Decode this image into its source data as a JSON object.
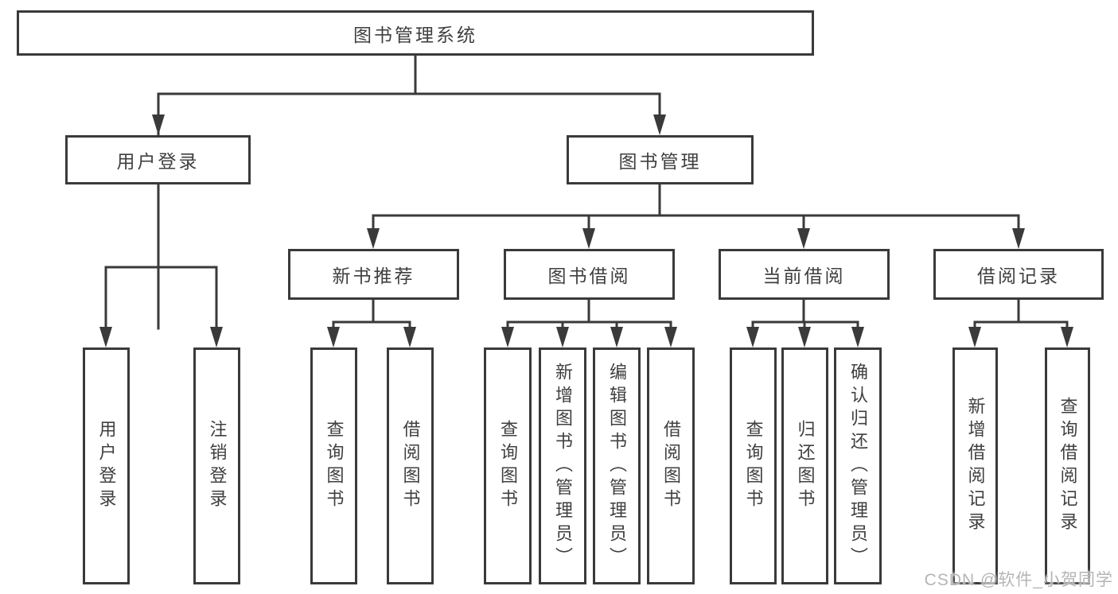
{
  "colors": {
    "line": "#3a3a3a",
    "text": "#3f3f3f",
    "watermark": "#b5b5b5",
    "background": "#ffffff"
  },
  "watermark": {
    "text": "CSDN @软件_小贺同学"
  },
  "tree": {
    "label": "图书管理系统",
    "children": [
      {
        "label": "用户登录",
        "children": [
          {
            "label": "用户登录"
          },
          {
            "label": "注销登录"
          }
        ]
      },
      {
        "label": "图书管理",
        "children": [
          {
            "label": "新书推荐",
            "children": [
              {
                "label": "查询图书"
              },
              {
                "label": "借阅图书"
              }
            ]
          },
          {
            "label": "图书借阅",
            "children": [
              {
                "label": "查询图书"
              },
              {
                "label": "新增图书（管理员）"
              },
              {
                "label": "编辑图书（管理员）"
              },
              {
                "label": "借阅图书"
              }
            ]
          },
          {
            "label": "当前借阅",
            "children": [
              {
                "label": "查询图书"
              },
              {
                "label": "归还图书"
              },
              {
                "label": "确认归还（管理员）"
              }
            ]
          },
          {
            "label": "借阅记录",
            "children": [
              {
                "label": "新增借阅记录"
              },
              {
                "label": "查询借阅记录"
              }
            ]
          }
        ]
      }
    ]
  }
}
